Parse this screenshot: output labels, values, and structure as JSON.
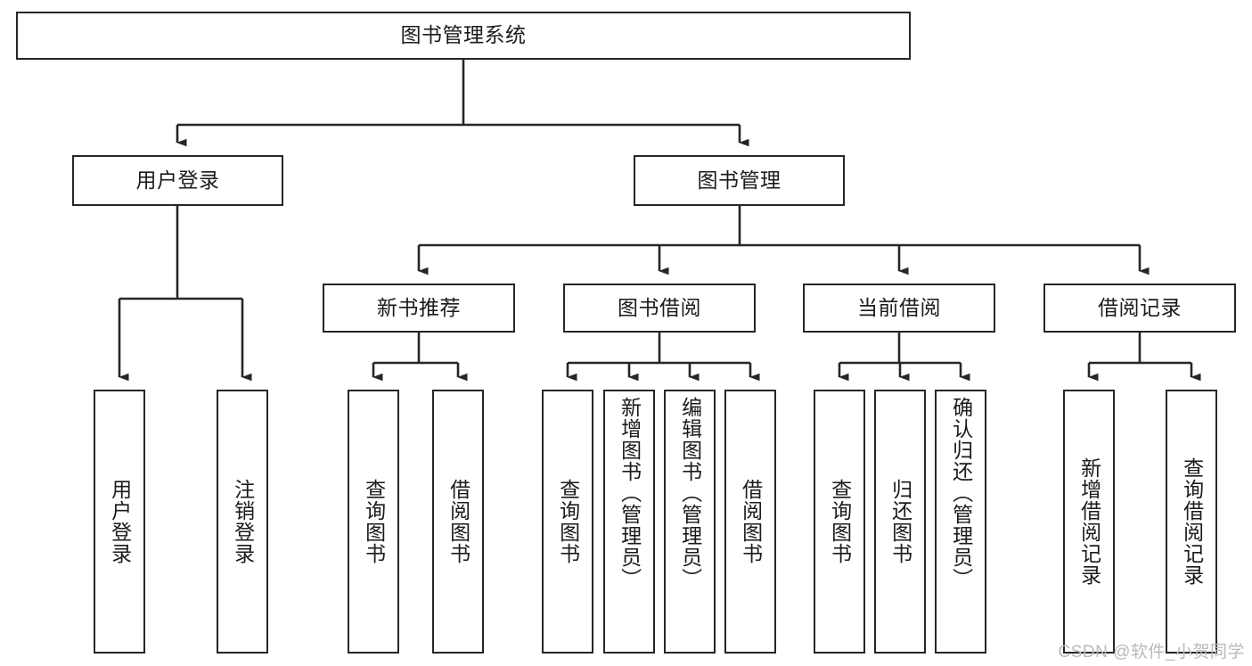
{
  "diagram": {
    "title": "图书管理系统",
    "type": "tree",
    "colors": {
      "box_border": "#262626",
      "box_fill": "#ffffff",
      "connector": "#262626",
      "text": "#1b1b1b",
      "watermark": "#b9b9b9",
      "background": "#ffffff"
    },
    "root": {
      "label": "图书管理系统"
    },
    "level2": [
      {
        "label": "用户登录"
      },
      {
        "label": "图书管理"
      }
    ],
    "level3": [
      {
        "label": "新书推荐"
      },
      {
        "label": "图书借阅"
      },
      {
        "label": "当前借阅"
      },
      {
        "label": "借阅记录"
      }
    ],
    "leaves": {
      "user_login": [
        {
          "label": "用户登录"
        },
        {
          "label": "注销登录"
        }
      ],
      "new_book_recommend": [
        {
          "label": "查询图书"
        },
        {
          "label": "借阅图书"
        }
      ],
      "book_borrow": [
        {
          "label": "查询图书"
        },
        {
          "label": "新增图书（管理员）"
        },
        {
          "label": "编辑图书（管理员）"
        },
        {
          "label": "借阅图书"
        }
      ],
      "current_borrow": [
        {
          "label": "查询图书"
        },
        {
          "label": "归还图书"
        },
        {
          "label": "确认归还（管理员）"
        }
      ],
      "borrow_record": [
        {
          "label": "新增借阅记录"
        },
        {
          "label": "查询借阅记录"
        }
      ]
    }
  },
  "watermark": {
    "text": "CSDN @软件_小贺同学"
  }
}
